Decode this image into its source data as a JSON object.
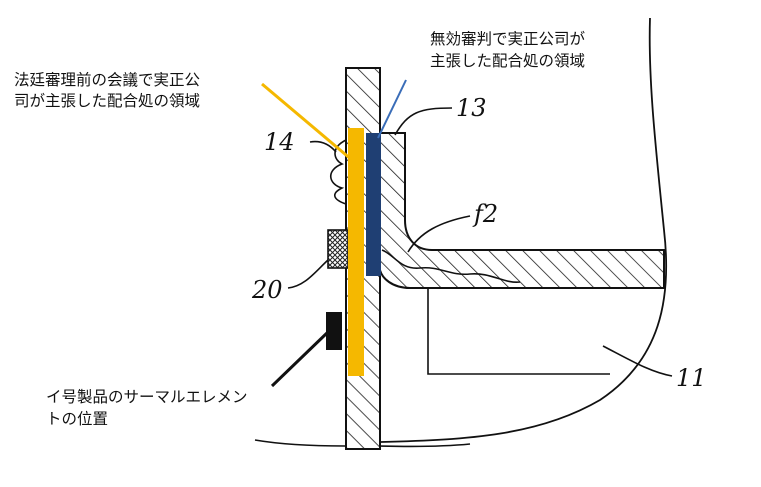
{
  "annotations": {
    "court_area": [
      "法廷審理前の会議で実正公",
      "司が主張した配合処の領域"
    ],
    "invalidation_area": [
      "無効審判で実正公司が",
      "主張した配合処の領域"
    ],
    "thermal_element": [
      "イ号製品のサーマルエレメン",
      "トの位置"
    ]
  },
  "reference_numerals": {
    "n14": "14",
    "n13": "13",
    "f2": "f2",
    "n20": "20",
    "n11": "11"
  },
  "colors": {
    "court_area": "#f5b800",
    "invalidation_area": "#1f3f73",
    "thermal_element": "#111111",
    "court_leader": "#f5b800",
    "invalidation_leader": "#3a6db8"
  }
}
